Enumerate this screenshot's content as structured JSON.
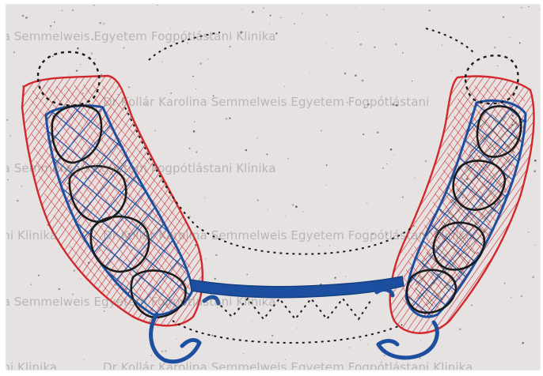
{
  "watermark": {
    "line_1": "na Semmelweis Egyetem Fogpótlástani Klinika",
    "line_2": "Dr Kollár Karolina Semmelweis Egyetem Fogpótlástani",
    "line_3": "na Semmelweis Egyetem Fogpótlástani Klinika",
    "line_4": "ani Klinika",
    "line_5": "Dr Kollár Karolina Semmelweis Egyetem Fogpótlástani Klinika",
    "line_6": "na Semmelweis Egyetem Fogpótlástani Klinika",
    "line_7": "ani Klinika",
    "line_8": "Dr Kollár Karolina Semmelweis Egyetem Fogpótlástani Klinika"
  },
  "colors": {
    "paper": "#e7e2e2",
    "acrylic_saddle_red": "#d1282c",
    "metal_framework_blue": "#1c4fa0",
    "teeth_outline_black": "#1a1a1a"
  },
  "icons": [
    "denture-sketch"
  ]
}
